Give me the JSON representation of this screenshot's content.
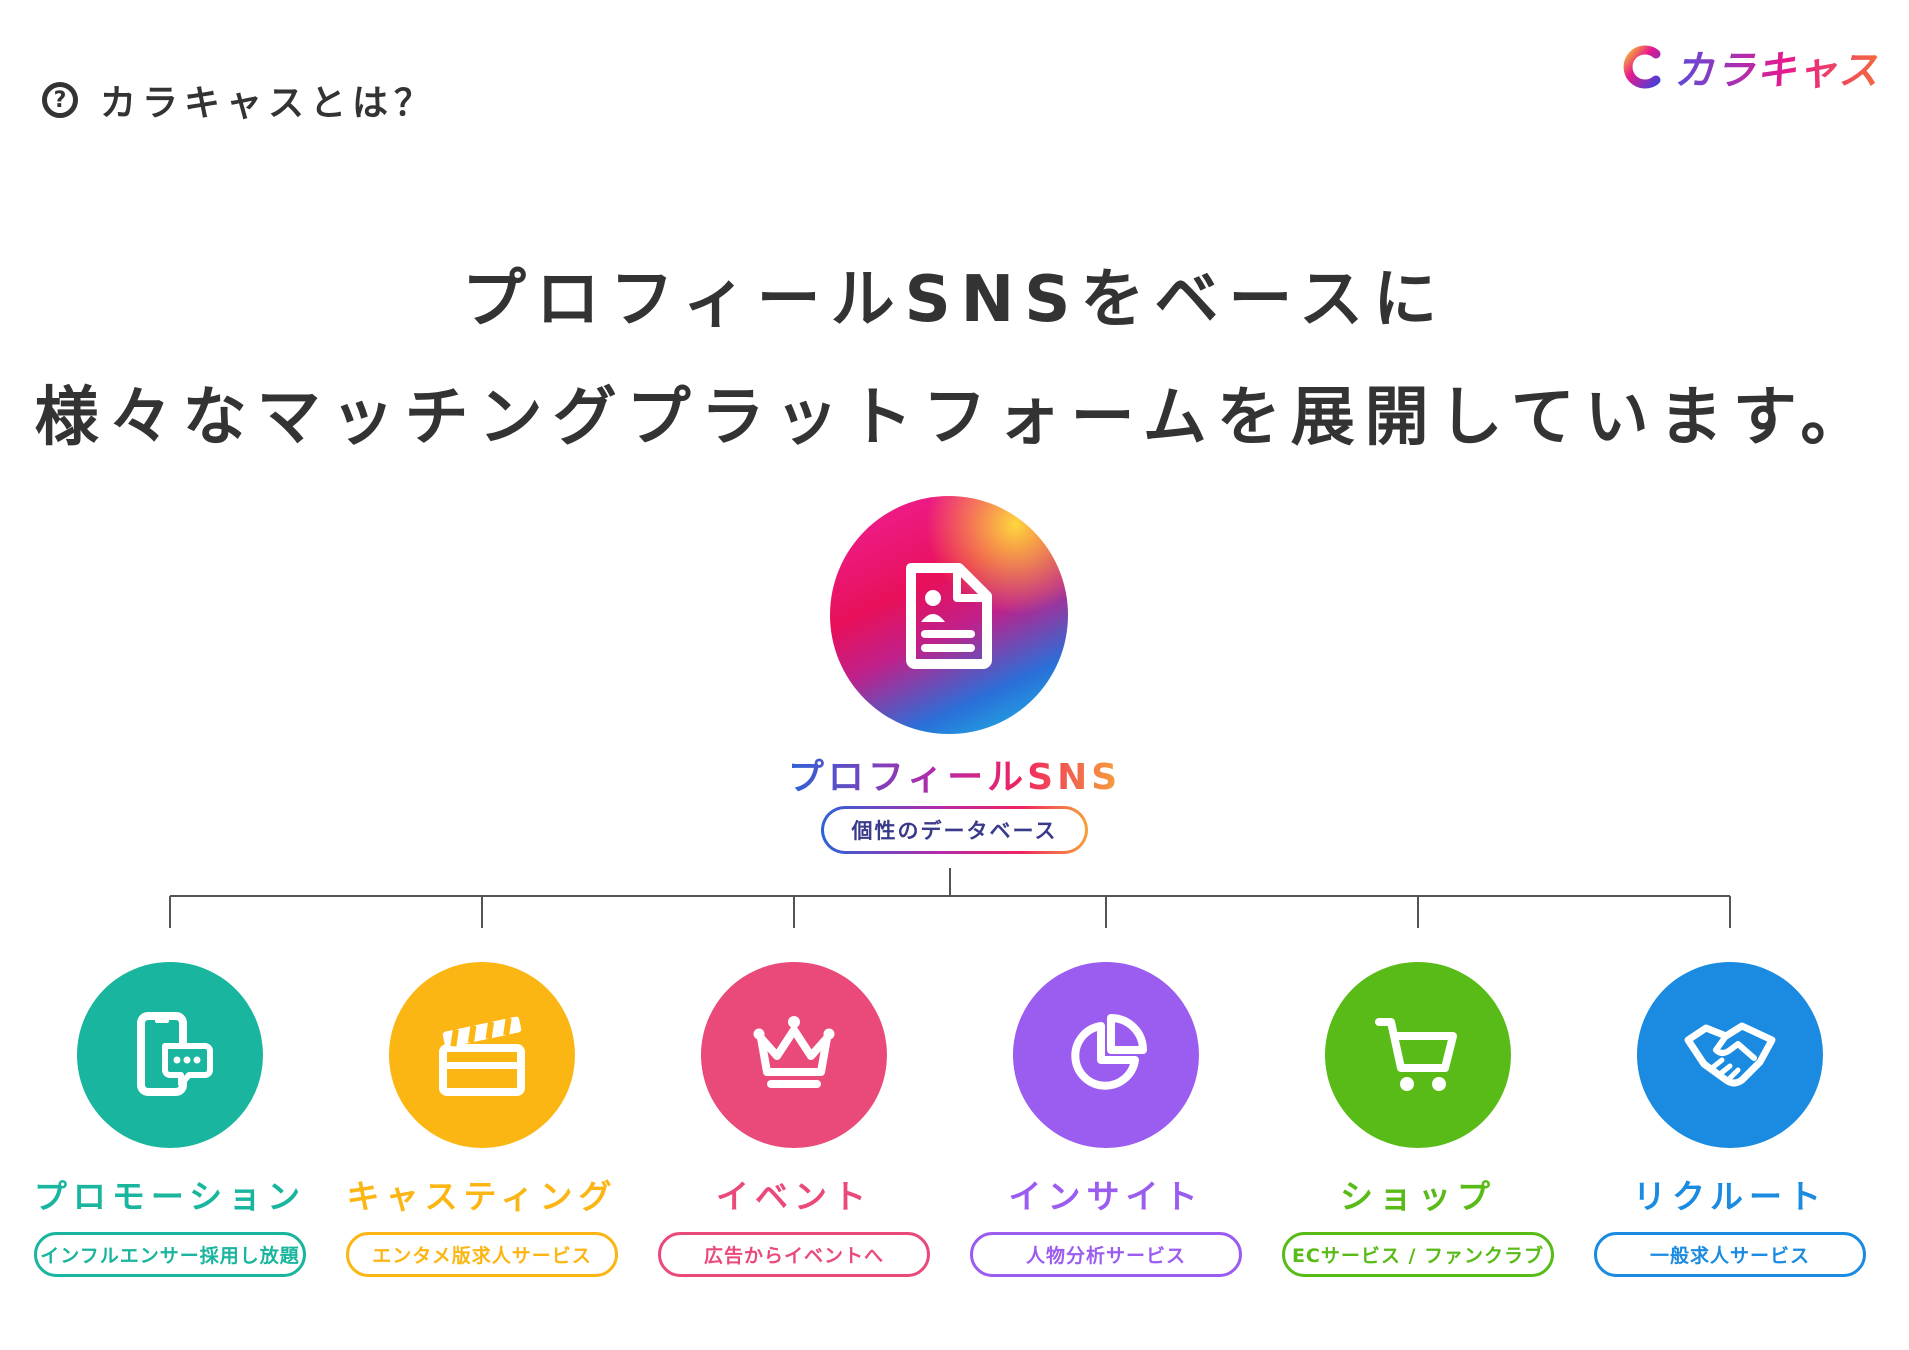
{
  "header": {
    "title": "カラキャスとは？",
    "help_icon_glyph": "?"
  },
  "logo": {
    "text": "カラキャス"
  },
  "headline": {
    "line1": "プロフィールSNSをベースに",
    "line2": "様々なマッチングプラットフォームを展開しています。"
  },
  "hub": {
    "icon": "profile-document-icon",
    "title": "プロフィールSNS",
    "subtitle": "個性のデータベース"
  },
  "services": [
    {
      "title": "プロモーション",
      "subtitle": "インフルエンサー採用し放題",
      "color": "#1ab59e",
      "icon": "phone-chat-icon"
    },
    {
      "title": "キャスティング",
      "subtitle": "エンタメ版求人サービス",
      "color": "#fbb614",
      "icon": "clapperboard-icon"
    },
    {
      "title": "イベント",
      "subtitle": "広告からイベントへ",
      "color": "#e94a7a",
      "icon": "crown-icon"
    },
    {
      "title": "インサイト",
      "subtitle": "人物分析サービス",
      "color": "#9b5cf0",
      "icon": "pie-chart-icon"
    },
    {
      "title": "ショップ",
      "subtitle": "ECサービス / ファンクラブ",
      "color": "#58bb17",
      "icon": "shopping-cart-icon"
    },
    {
      "title": "リクルート",
      "subtitle": "一般求人サービス",
      "color": "#1a8be0",
      "icon": "handshake-icon"
    }
  ]
}
